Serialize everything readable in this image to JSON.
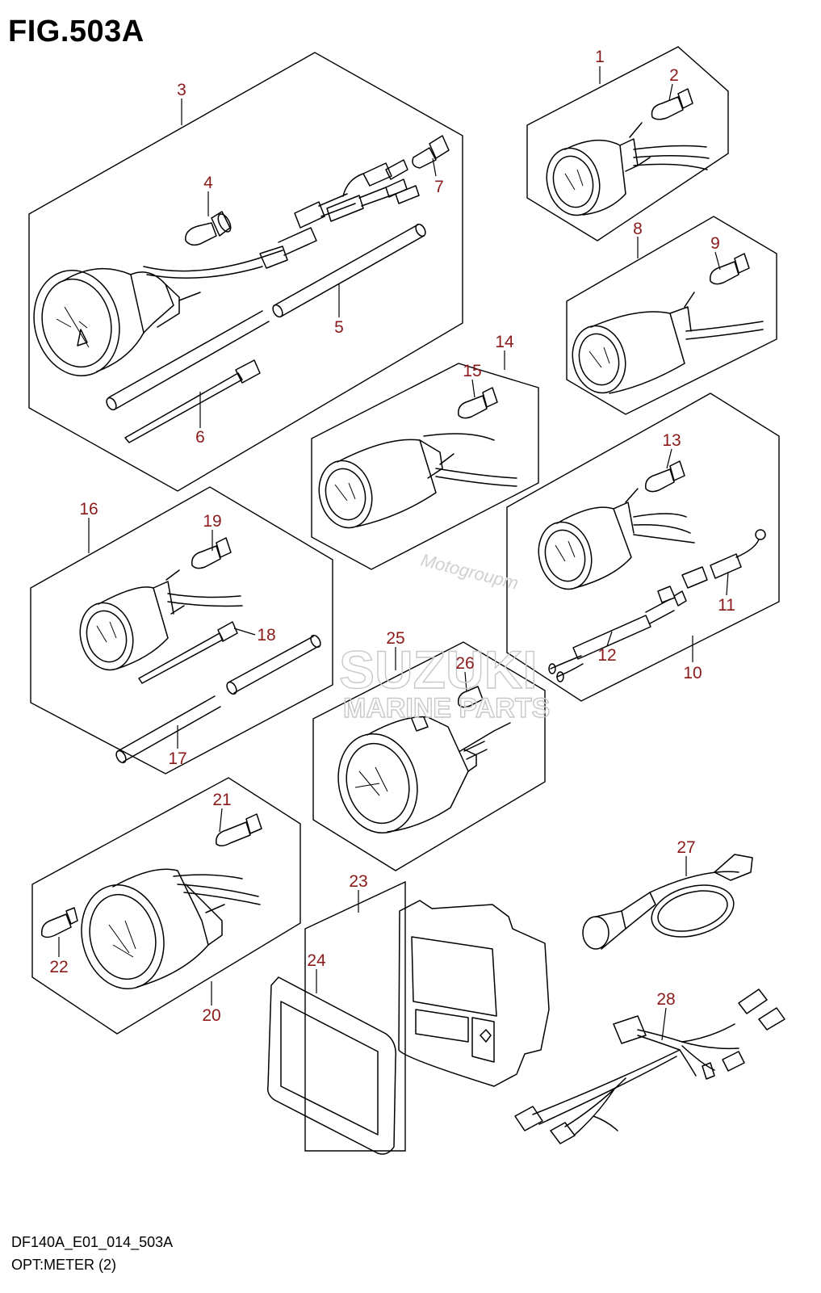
{
  "title": "FIG.503A",
  "code": "DF140A_E01_014_503A",
  "caption": "OPT:METER (2)",
  "watermark": {
    "line1": "Motogroupm",
    "line2": "SUZUKI",
    "line3": "MARINE PARTS"
  },
  "callouts": [
    "1",
    "2",
    "3",
    "4",
    "5",
    "6",
    "7",
    "8",
    "9",
    "10",
    "11",
    "12",
    "13",
    "14",
    "15",
    "16",
    "17",
    "18",
    "19",
    "20",
    "21",
    "22",
    "23",
    "24",
    "25",
    "26",
    "27",
    "28"
  ],
  "colors": {
    "callout": "#8b1a1a",
    "lines": "#000000",
    "watermark": "#c8c8c8"
  }
}
